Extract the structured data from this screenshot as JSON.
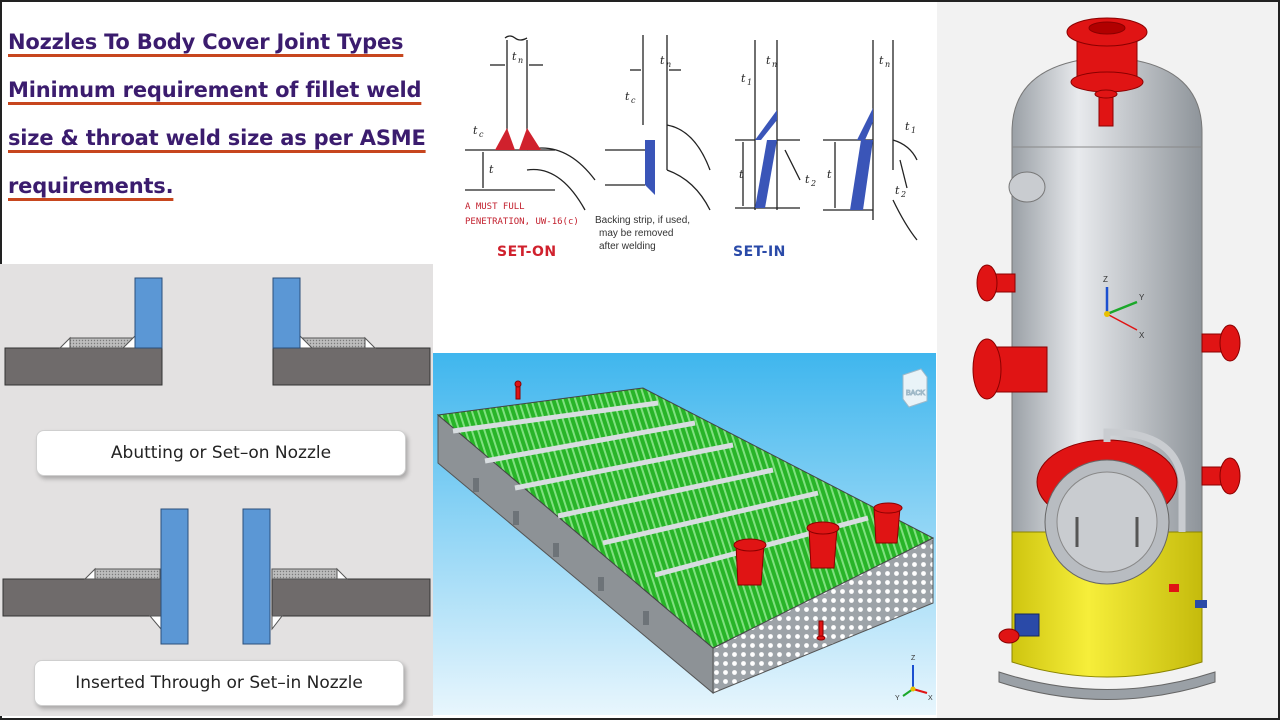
{
  "title": {
    "lines": [
      "Nozzles To Body Cover Joint Types",
      "Minimum requirement of fillet weld",
      "size & throat weld size as per ASME",
      "requirements."
    ],
    "text_color": "#3b1c6e",
    "underline_color": "#c7461e"
  },
  "weld_details": {
    "set_on_label": "SET-ON",
    "set_in_label": "SET-IN",
    "set_on_color": "#d0212d",
    "set_in_color": "#2a4aa8",
    "full_penetration_note": [
      "A MUST FULL",
      "PENETRATION, UW-16(c)"
    ],
    "backing_strip_note": [
      "Backing strip, if used,",
      "may be removed",
      "after welding"
    ],
    "dimension_symbols": [
      "tn",
      "tc",
      "t",
      "t1",
      "t2"
    ]
  },
  "nozzle_types": {
    "set_on_label": "Abutting or Set–on Nozzle",
    "set_in_label": "Inserted Through or Set–in Nozzle",
    "nozzle_color": "#5b97d5",
    "shell_color": "#6f6b6b"
  },
  "tray_model": {
    "view_cube_label": "BACK",
    "axis_labels": [
      "Z",
      "Y",
      "X"
    ],
    "tube_color": "#2fbf2f",
    "nozzle_color": "#e01414"
  },
  "vessel_model": {
    "axis_labels": [
      "Z",
      "Y",
      "X"
    ],
    "shell_color": "#c8cbd0",
    "skirt_color": "#f2ea1e",
    "flange_color": "#e01414"
  }
}
